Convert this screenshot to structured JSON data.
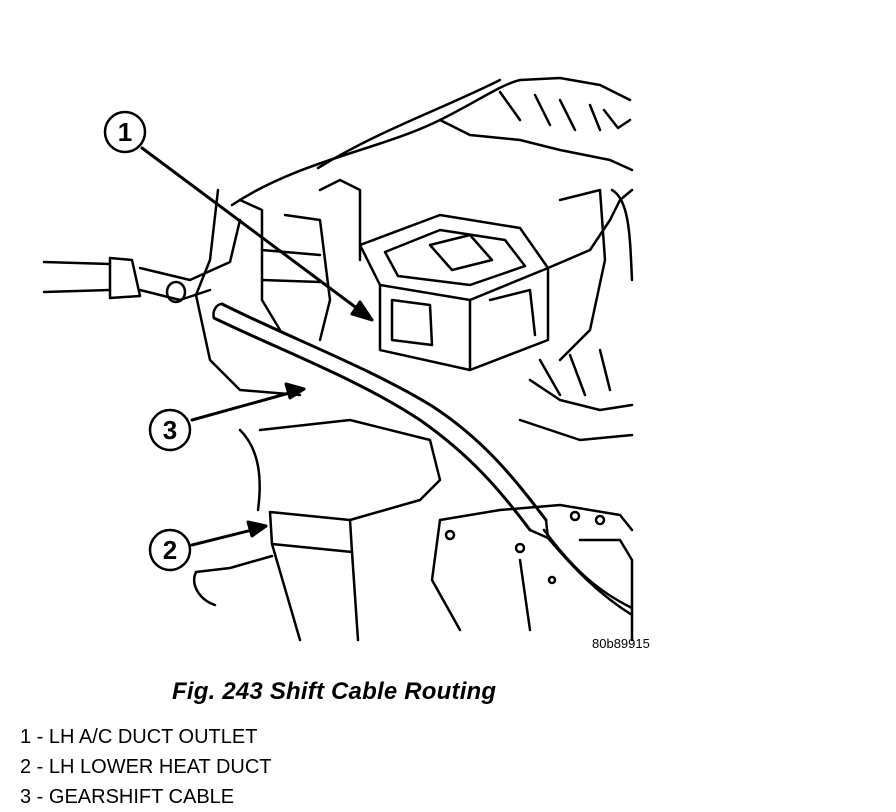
{
  "figure": {
    "id_code": "80b89915",
    "caption": "Fig. 243 Shift Cable Routing"
  },
  "callouts": [
    {
      "number": "1"
    },
    {
      "number": "2"
    },
    {
      "number": "3"
    }
  ],
  "legend": [
    {
      "text": "1 - LH A/C DUCT OUTLET"
    },
    {
      "text": "2 - LH LOWER HEAT DUCT"
    },
    {
      "text": "3 - GEARSHIFT CABLE"
    }
  ]
}
